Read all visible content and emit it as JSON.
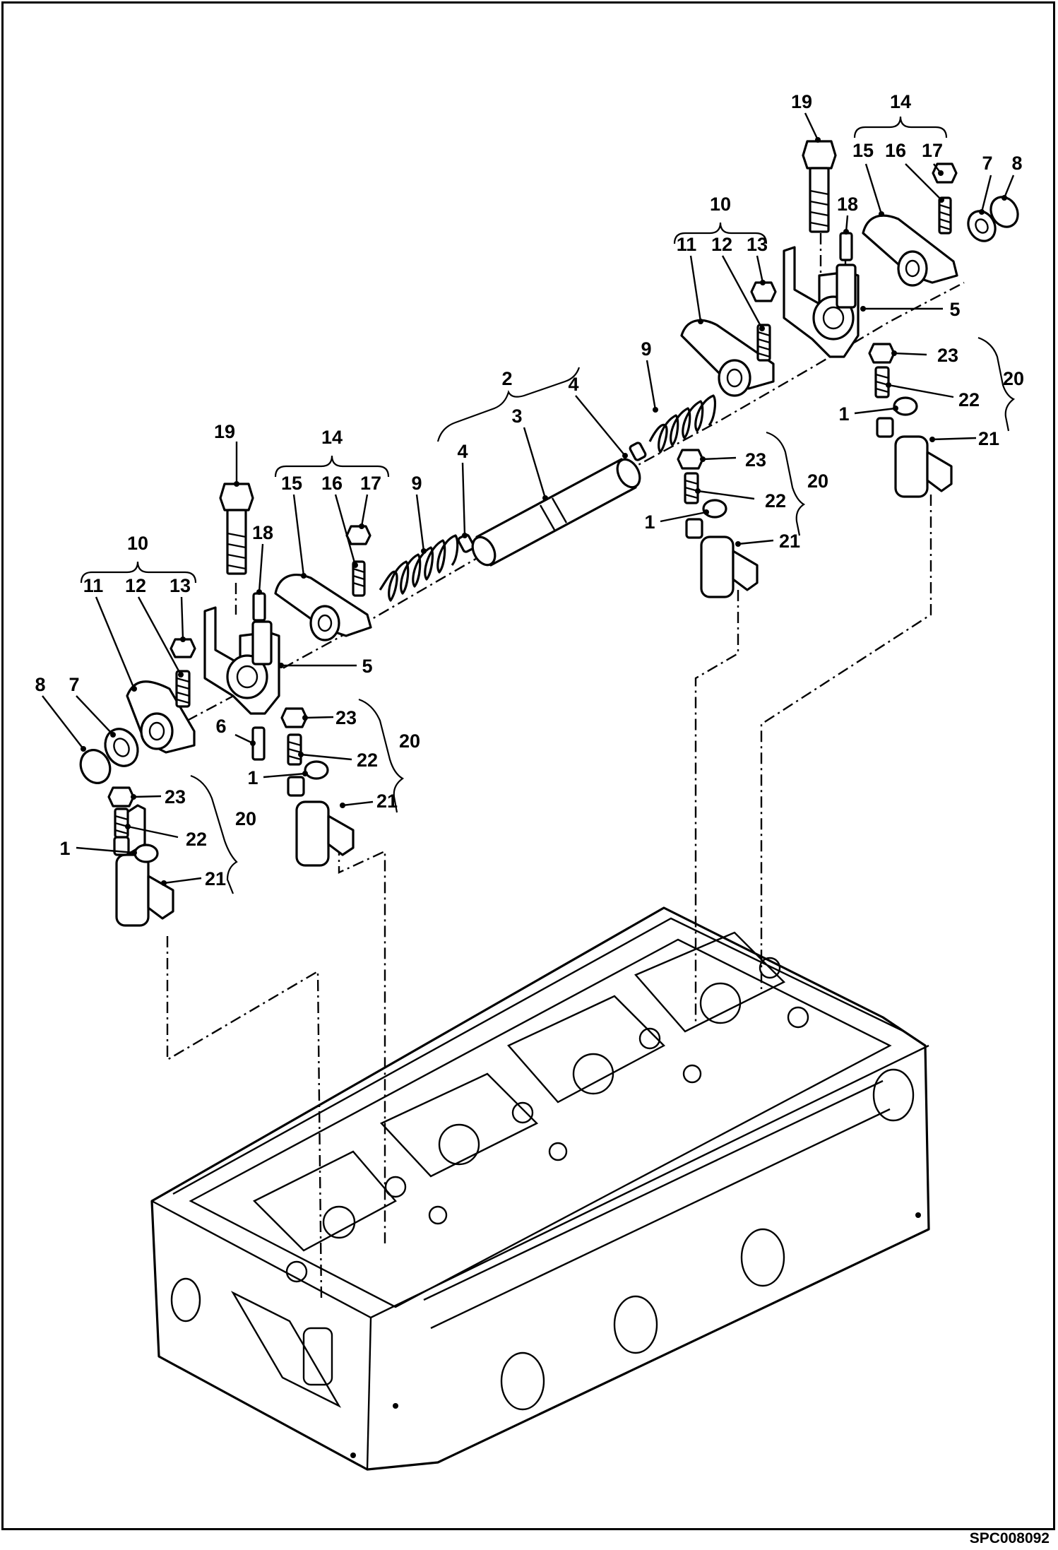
{
  "figure": {
    "code": "SPC008092",
    "callouts": {
      "c1a": "1",
      "c1b": "1",
      "c1c": "1",
      "c1d": "1",
      "c2": "2",
      "c3": "3",
      "c4a": "4",
      "c4b": "4",
      "c5a": "5",
      "c5b": "5",
      "c6": "6",
      "c7a": "7",
      "c7b": "7",
      "c8a": "8",
      "c8b": "8",
      "c9a": "9",
      "c9b": "9",
      "c10a": "10",
      "c10b": "10",
      "c11a": "11",
      "c11b": "11",
      "c12a": "12",
      "c12b": "12",
      "c13a": "13",
      "c13b": "13",
      "c14a": "14",
      "c14b": "14",
      "c15a": "15",
      "c15b": "15",
      "c16a": "16",
      "c16b": "16",
      "c17a": "17",
      "c17b": "17",
      "c18a": "18",
      "c18b": "18",
      "c19a": "19",
      "c19b": "19",
      "c20a": "20",
      "c20b": "20",
      "c20c": "20",
      "c20d": "20",
      "c21a": "21",
      "c21b": "21",
      "c21c": "21",
      "c21d": "21",
      "c22a": "22",
      "c22b": "22",
      "c22c": "22",
      "c22d": "22",
      "c23a": "23",
      "c23b": "23",
      "c23c": "23",
      "c23d": "23"
    }
  }
}
